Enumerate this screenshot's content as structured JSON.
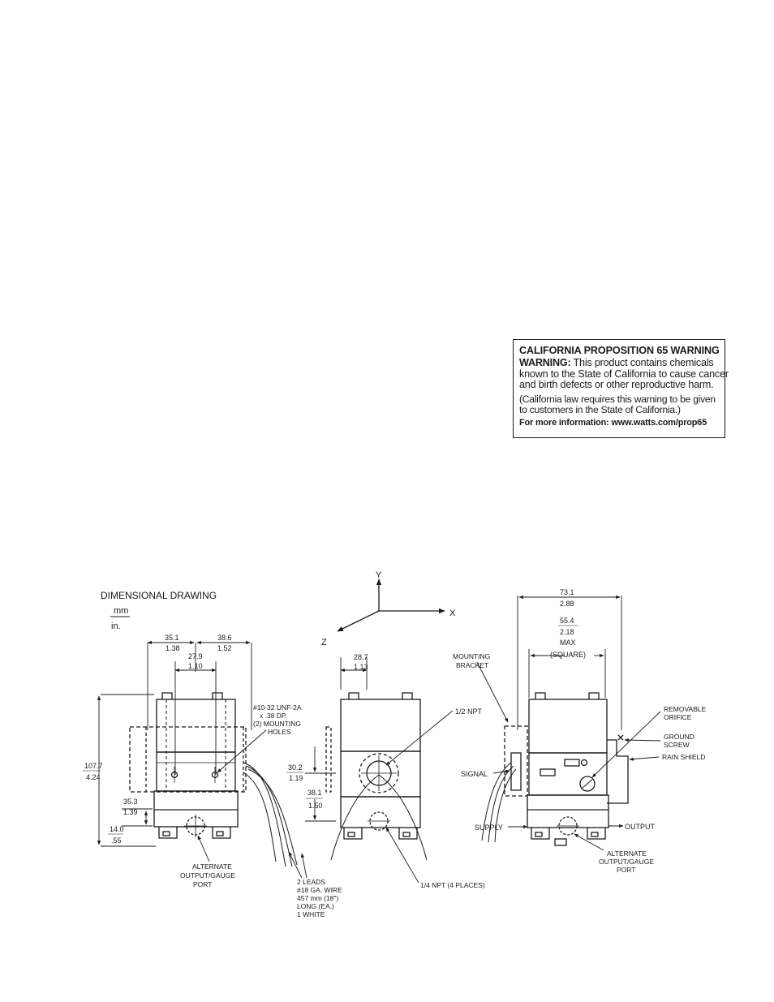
{
  "warning": {
    "title": "CALIFORNIA PROPOSITION 65 WARNING",
    "label": "WARNING:",
    "line1": " This product contains chemicals",
    "line2": "known to the State of California to cause cancer",
    "line3": "and birth defects or other reproductive harm.",
    "note1": "(California law requires this warning to be given",
    "note2": "to customers in the State of California.)",
    "info": "For more information: www.watts.com/prop65"
  },
  "drawing": {
    "title": "DIMENSIONAL DRAWING",
    "unit_top": "mm",
    "unit_bottom": "in.",
    "axes": {
      "y": "Y",
      "x": "X",
      "z": "Z"
    },
    "dims": {
      "d35_1": [
        "35.1",
        "1.38"
      ],
      "d38_6": [
        "38.6",
        "1.52"
      ],
      "d27_9": [
        "27.9",
        "1.10"
      ],
      "d107_7": [
        "107.7",
        "4.24"
      ],
      "d35_3": [
        "35.3",
        "1.39"
      ],
      "d14_0": [
        "14.0",
        ".55"
      ],
      "d28_7": [
        "28.7",
        "1.13"
      ],
      "d30_2": [
        "30.2",
        "1.19"
      ],
      "d38_1": [
        "38.1",
        "1.50"
      ],
      "d73_1": [
        "73.1",
        "2.88"
      ],
      "d55_4": [
        "55.4",
        "2.18"
      ]
    },
    "labels": {
      "mounting_holes": [
        "#10-32 UNF-2A",
        "x .38 DP.",
        "(2) MOUNTING",
        "HOLES"
      ],
      "alternate_left": [
        "ALTERNATE",
        "OUTPUT/GAUGE",
        "PORT"
      ],
      "leads": [
        "2 LEADS",
        "#18 GA. WIRE",
        "457 mm (18\")",
        "LONG (EA.)",
        "1 WHITE"
      ],
      "half_npt": "1/2 NPT",
      "quarter_npt": "1/4 NPT (4 PLACES)",
      "mounting_bracket": [
        "MOUNTING",
        "BRACKET"
      ],
      "max": "MAX",
      "square": "(SQUARE)",
      "removable_orifice": [
        "REMOVABLE",
        "ORIFICE"
      ],
      "ground_screw": [
        "GROUND",
        "SCREW"
      ],
      "rain_shield": "RAIN SHIELD",
      "signal": "SIGNAL",
      "supply": "SUPPLY",
      "output": "OUTPUT",
      "alternate_right": [
        "ALTERNATE",
        "OUTPUT/GAUGE",
        "PORT"
      ]
    }
  }
}
